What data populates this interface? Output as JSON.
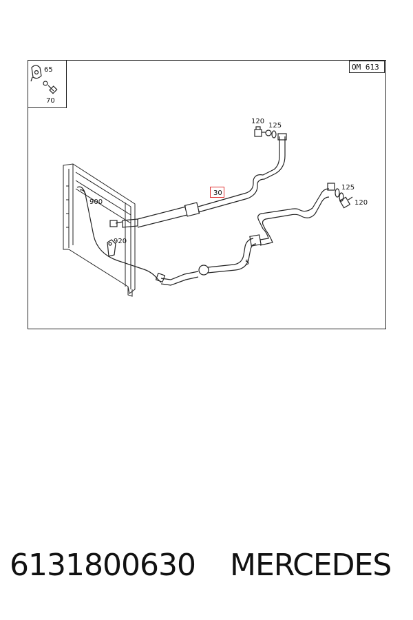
{
  "engine_badge": "OM 613",
  "callouts": {
    "c65": "65",
    "c70": "70",
    "c120a": "120",
    "c125a": "125",
    "c30": "30",
    "c125b": "125",
    "c120b": "120",
    "c900": "900",
    "c920": "920",
    "c5": "5"
  },
  "highlight_color": "#e03030",
  "footer": {
    "part_number": "6131800630",
    "brand": "MERCEDES"
  }
}
